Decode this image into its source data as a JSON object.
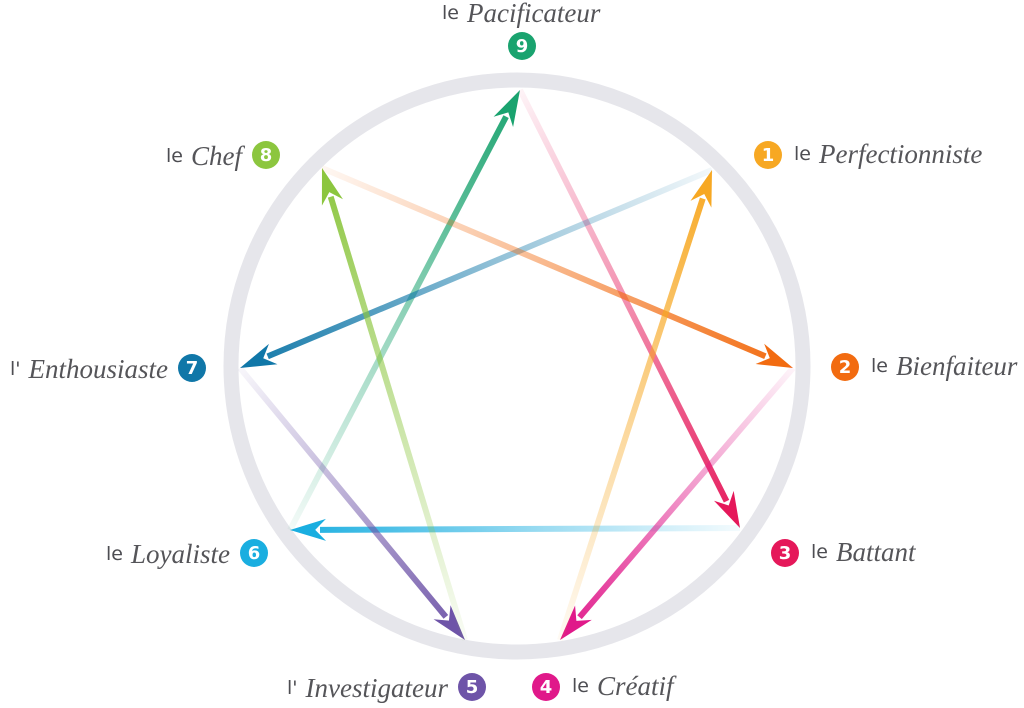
{
  "types": [
    {
      "num": "1",
      "article": "le",
      "name": "Perfectionniste",
      "color": "#f7a823"
    },
    {
      "num": "2",
      "article": "le",
      "name": "Bienfaiteur",
      "color": "#f26b10"
    },
    {
      "num": "3",
      "article": "le",
      "name": "Battant",
      "color": "#e5185a"
    },
    {
      "num": "4",
      "article": "le",
      "name": "Créatif",
      "color": "#e0198a"
    },
    {
      "num": "5",
      "article": "l'",
      "name": "Investigateur",
      "color": "#6e54a8"
    },
    {
      "num": "6",
      "article": "le",
      "name": "Loyaliste",
      "color": "#1aaee0"
    },
    {
      "num": "7",
      "article": "l'",
      "name": "Enthousiaste",
      "color": "#1077a8"
    },
    {
      "num": "8",
      "article": "le",
      "name": "Chef",
      "color": "#8cc63f"
    },
    {
      "num": "9",
      "article": "le",
      "name": "Pacificateur",
      "color": "#1aa36f"
    }
  ],
  "arrows": [
    {
      "from": 9,
      "to": 3
    },
    {
      "from": 3,
      "to": 6
    },
    {
      "from": 6,
      "to": 9
    },
    {
      "from": 1,
      "to": 7
    },
    {
      "from": 7,
      "to": 5
    },
    {
      "from": 5,
      "to": 8
    },
    {
      "from": 8,
      "to": 2
    },
    {
      "from": 2,
      "to": 4
    },
    {
      "from": 4,
      "to": 1
    }
  ],
  "ring_color": "#e6e6eb"
}
